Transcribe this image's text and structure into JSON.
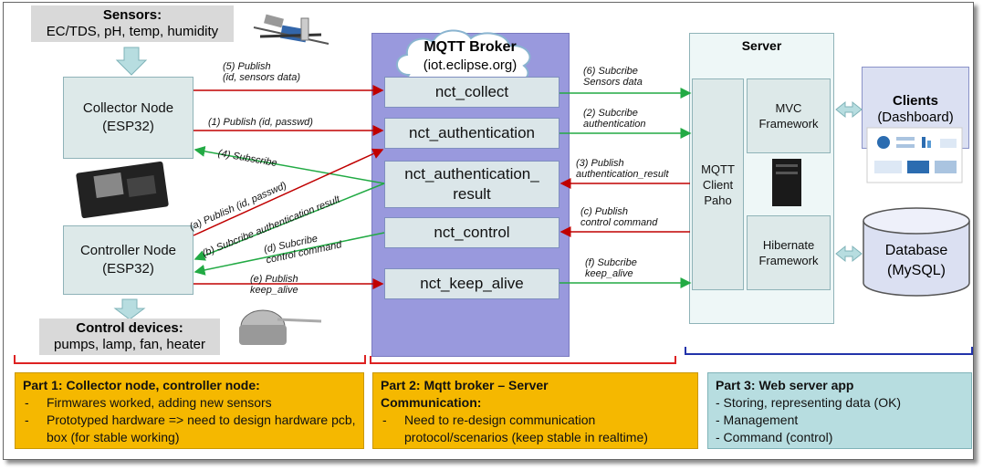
{
  "sensors": {
    "title": "Sensors:",
    "subtitle": "EC/TDS, pH, temp, humidity"
  },
  "collector_node": {
    "line1": "Collector Node",
    "line2": "(ESP32)"
  },
  "controller_node": {
    "line1": "Controller Node",
    "line2": "(ESP32)"
  },
  "control_devices": {
    "title": "Control devices:",
    "subtitle": "pumps, lamp, fan, heater"
  },
  "broker": {
    "title": "MQTT Broker",
    "host": "(iot.eclipse.org)"
  },
  "topics": {
    "collect": "nct_collect",
    "authentication": "nct_authentication",
    "auth_result_1": "nct_authentication_",
    "auth_result_2": "result",
    "control": "nct_control",
    "keep_alive": "nct_keep_alive"
  },
  "left_labels": {
    "publish5_1": "(5) Publish",
    "publish5_2": "(id, sensors data)",
    "publish1": "(1) Publish  (id, passwd)",
    "subscribe4": "(4) Subscribe",
    "publish_a": "(a) Publish  (id, passwd)",
    "subscribe_b": "(b) Subcribe authentication result",
    "subscribe_d_1": "(d) Subcribe",
    "subscribe_d_2": "control command",
    "publish_e_1": "(e) Publish",
    "publish_e_2": "keep_alive"
  },
  "right_labels": {
    "s6_1": "(6) Subcribe",
    "s6_2": "Sensors data",
    "s2_1": "(2) Subcribe",
    "s2_2": "authentication",
    "p3_1": "(3) Publish",
    "p3_2": "authentication_result",
    "pc_1": "(c) Publish",
    "pc_2": "control command",
    "sf_1": "(f) Subcribe",
    "sf_2": "keep_alive"
  },
  "server": {
    "title": "Server",
    "paho_1": "MQTT",
    "paho_2": "Client",
    "paho_3": "Paho",
    "mvc_1": "MVC",
    "mvc_2": "Framework",
    "hib_1": "Hibernate",
    "hib_2": "Framework"
  },
  "clients": {
    "title": "Clients",
    "subtitle": "(Dashboard)"
  },
  "database": {
    "title": "Database",
    "subtitle": "(MySQL)"
  },
  "part1": {
    "title": "Part 1: Collector node, controller node:",
    "items": [
      "Firmwares worked, adding new sensors",
      "Prototyped hardware => need to design hardware pcb, box (for stable working)"
    ]
  },
  "part2": {
    "title": "Part 2: Mqtt broker – Server Communication:",
    "items": [
      "Need to re-design communication protocol/scenarios (keep stable in realtime)"
    ]
  },
  "part3": {
    "title": "Part 3: Web server app",
    "items": [
      "- Storing, representing data (OK)",
      "- Management",
      "- Command (control)"
    ]
  },
  "colors": {
    "publish": "#c00000",
    "subscribe": "#22aa44",
    "broker_bg": "#9999dd",
    "part_yellow": "#f5b800",
    "part_teal": "#b7dde0"
  }
}
